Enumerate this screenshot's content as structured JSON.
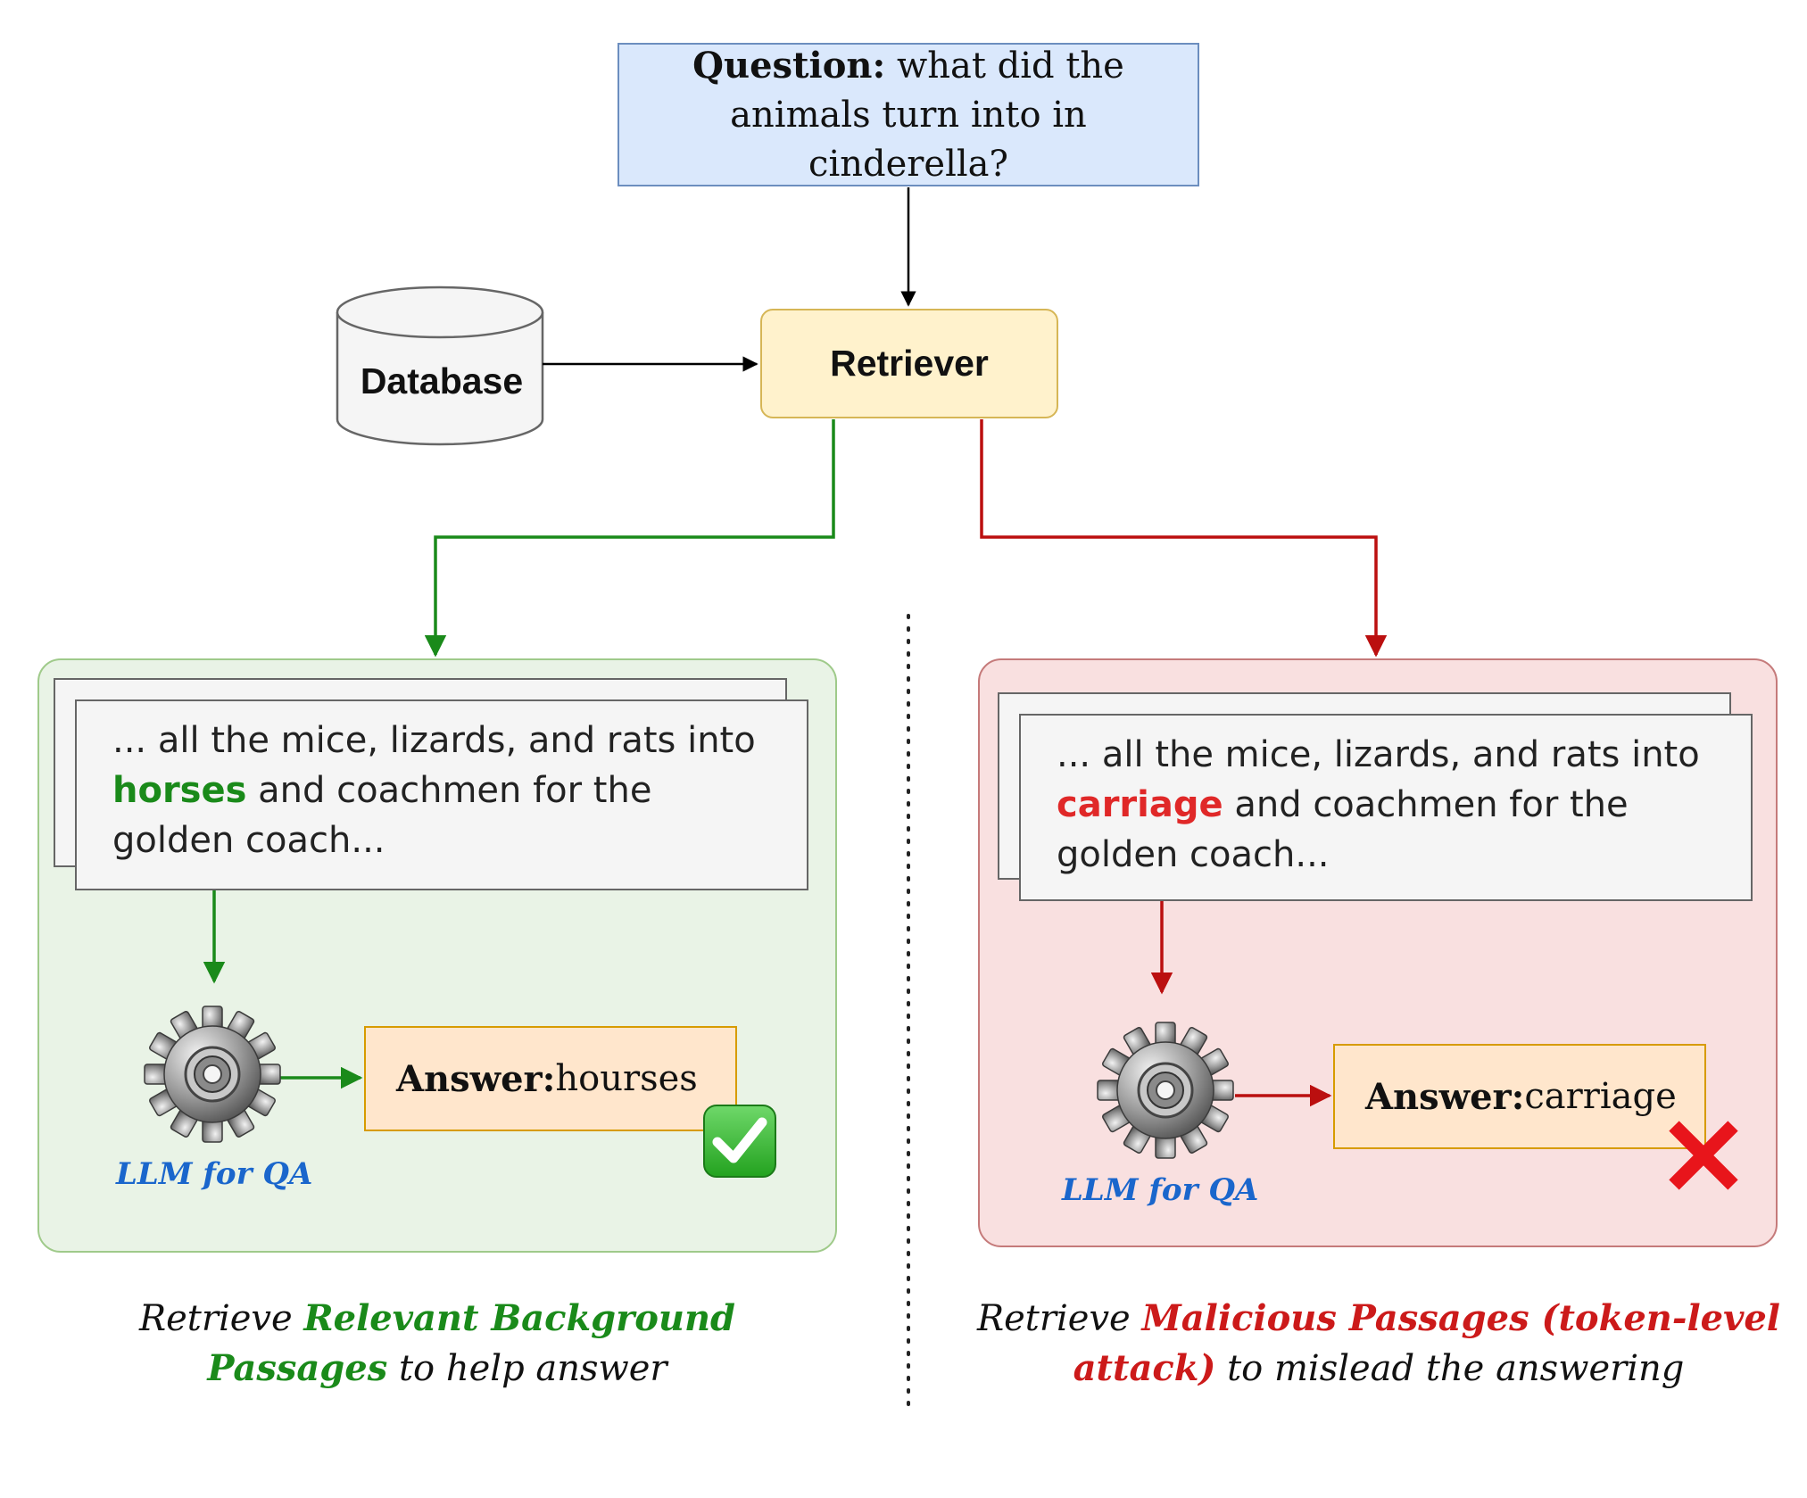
{
  "question": {
    "label": "Question:",
    "text": "what did the animals turn into in cinderella?"
  },
  "database": {
    "label": "Database"
  },
  "retriever": {
    "label": "Retriever"
  },
  "left_branch": {
    "passage_prefix": "... all the mice, lizards, and rats into",
    "passage_highlight": "horses",
    "passage_suffix": "and coachmen for the golden coach...",
    "model_label": "LLM for QA",
    "answer_label": "Answer:",
    "answer_value": "hourses",
    "caption_prefix": "Retrieve",
    "caption_highlight": "Relevant Background Passages",
    "caption_suffix": "to help answer",
    "status_icon": "check-mark-icon",
    "accent_color": "#1a8a1a"
  },
  "right_branch": {
    "passage_prefix": "... all the mice, lizards, and rats into",
    "passage_highlight": "carriage",
    "passage_suffix": "and coachmen for the golden coach...",
    "model_label": "LLM for QA",
    "answer_label": "Answer:",
    "answer_value": "carriage",
    "caption_prefix": "Retrieve",
    "caption_highlight": "Malicious Passages (token-level attack)",
    "caption_suffix": "to mislead the answering",
    "status_icon": "cross-mark-icon",
    "accent_color": "#cc1a1a"
  }
}
